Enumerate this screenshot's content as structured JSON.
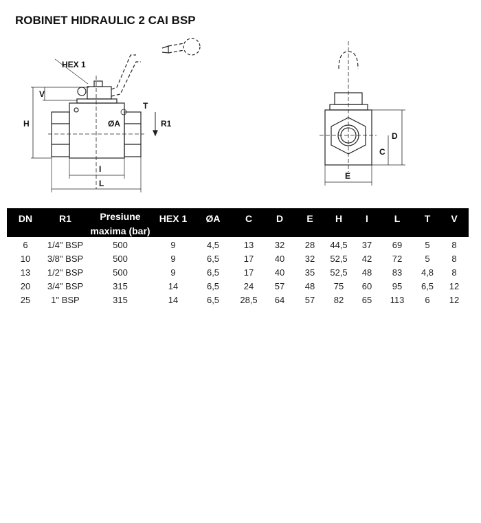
{
  "title": "ROBINET HIDRAULIC 2 CAI BSP",
  "drawing_labels": {
    "hex1": "HEX 1",
    "v": "V",
    "h": "H",
    "t": "T",
    "oa": "ØA",
    "r1": "R1",
    "i": "I",
    "l": "L",
    "d": "D",
    "c": "C",
    "e": "E"
  },
  "table": {
    "headers": [
      "DN",
      "R1",
      "Presiune maxima (bar)",
      "HEX 1",
      "ØA",
      "C",
      "D",
      "E",
      "H",
      "I",
      "L",
      "T",
      "V"
    ],
    "header_pres_line1": "Presiune",
    "header_pres_line2": "maxima (bar)",
    "rows": [
      [
        "6",
        "1/4\" BSP",
        "500",
        "9",
        "4,5",
        "13",
        "32",
        "28",
        "44,5",
        "37",
        "69",
        "5",
        "8"
      ],
      [
        "10",
        "3/8\" BSP",
        "500",
        "9",
        "6,5",
        "17",
        "40",
        "32",
        "52,5",
        "42",
        "72",
        "5",
        "8"
      ],
      [
        "13",
        "1/2\" BSP",
        "500",
        "9",
        "6,5",
        "17",
        "40",
        "35",
        "52,5",
        "48",
        "83",
        "4,8",
        "8"
      ],
      [
        "20",
        "3/4\" BSP",
        "315",
        "14",
        "6,5",
        "24",
        "57",
        "48",
        "75",
        "60",
        "95",
        "6,5",
        "12"
      ],
      [
        "25",
        "1\" BSP",
        "315",
        "14",
        "6,5",
        "28,5",
        "64",
        "57",
        "82",
        "65",
        "113",
        "6",
        "12"
      ]
    ]
  }
}
